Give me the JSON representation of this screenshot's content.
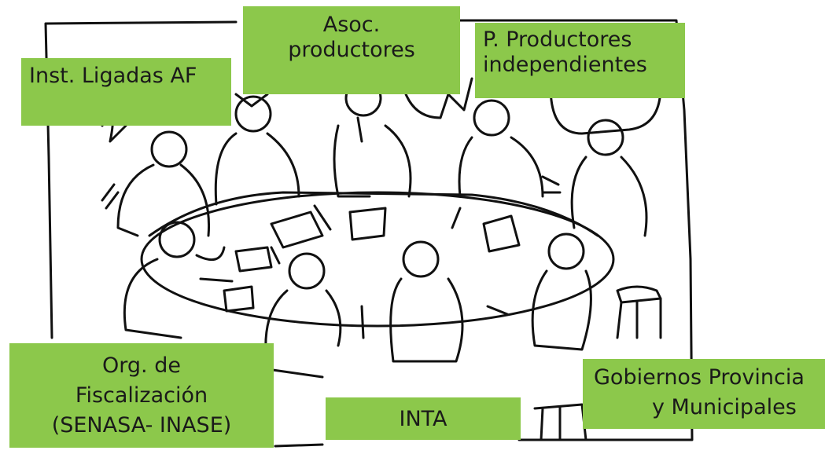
{
  "labels": {
    "inst_ligadas": "Inst. Ligadas AF",
    "asoc_productores": "Asoc.\nproductores",
    "p_productores": "P. Productores\nindependientes",
    "org_fiscalizacion": "Org. de\nFiscalización\n(SENASA- INASE)",
    "inta": "INTA",
    "gobiernos_line1": "Gobiernos Provincia",
    "gobiernos_line2": "y Municipales"
  },
  "colors": {
    "label_bg": "#8CC84B",
    "ink": "#111111"
  }
}
